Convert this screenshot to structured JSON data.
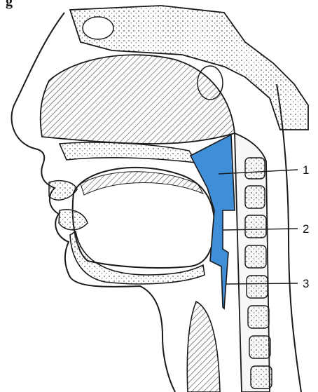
{
  "title_fragment": "g",
  "labels": [
    {
      "id": "1",
      "text": "1"
    },
    {
      "id": "2",
      "text": "2"
    },
    {
      "id": "3",
      "text": "3"
    }
  ],
  "colors": {
    "pharynx_fill": "#3f8fd8",
    "line": "#1a1a1a",
    "bone_fill": "#f2f2f2",
    "hatch": "#444444",
    "background": "#ffffff"
  }
}
